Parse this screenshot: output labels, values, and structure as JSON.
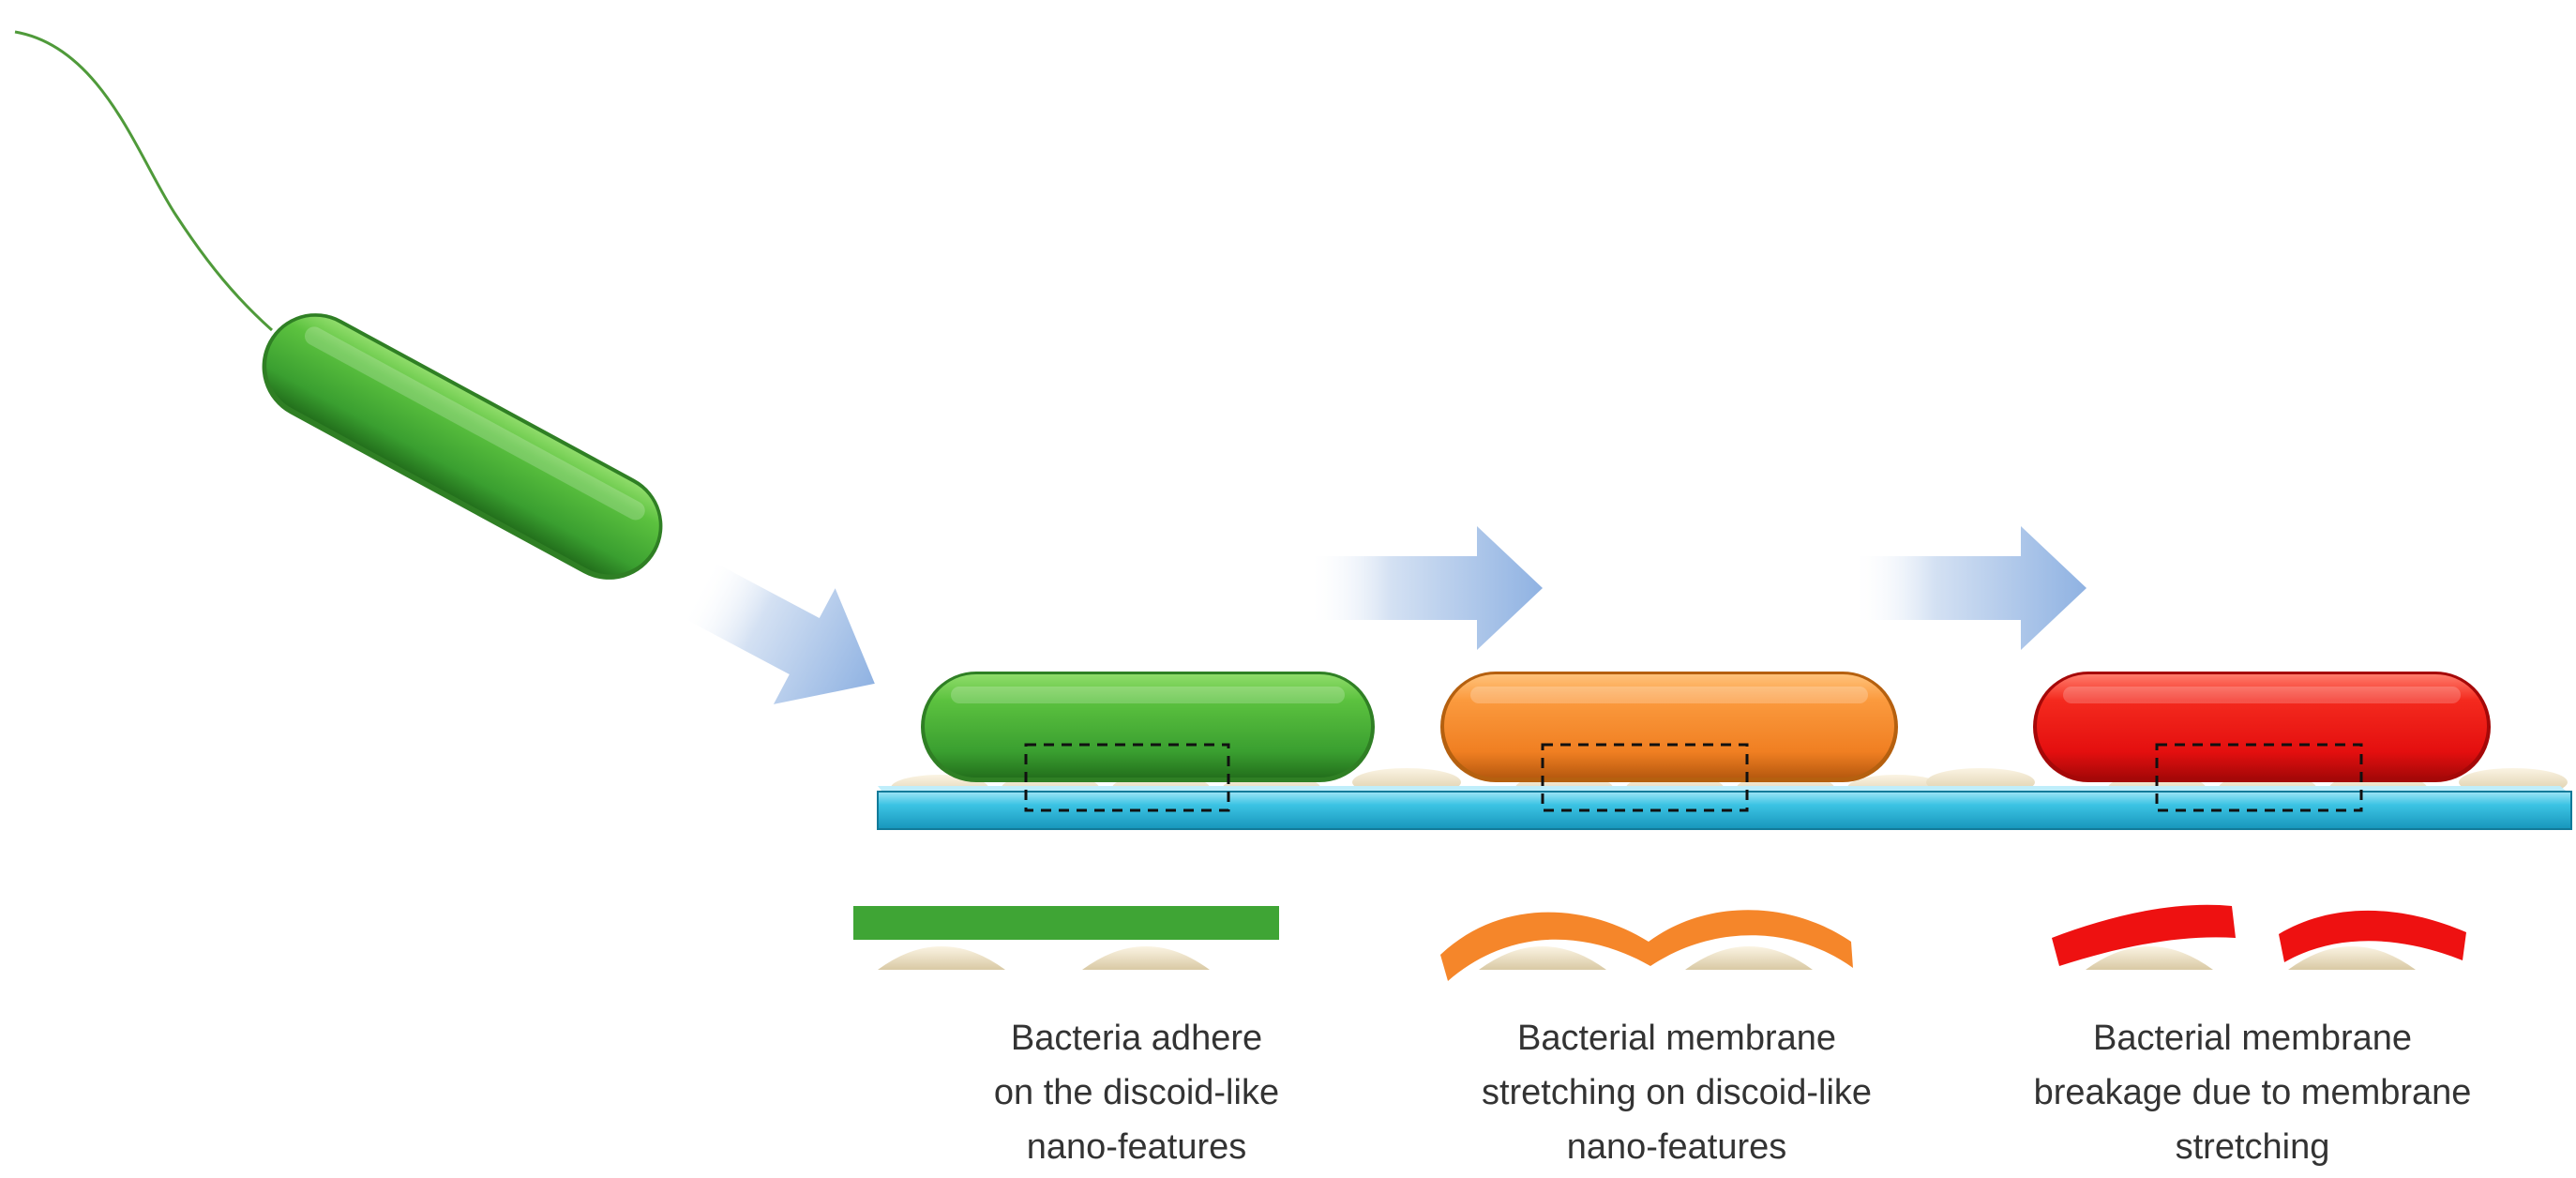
{
  "colors": {
    "healthy_bacterium": "#3fa535",
    "stretched_bacterium": "#f5862a",
    "ruptured_bacterium": "#ee1111",
    "substrate": "#2bb6d8",
    "nano_feature": "#ece1c7",
    "arrow": "#a8c3e6",
    "caption_text": "#333333"
  },
  "stages": [
    {
      "id": "adhere",
      "color_key": "healthy_bacterium",
      "caption_lines": [
        "Bacteria adhere",
        "on the discoid-like",
        "nano-features"
      ]
    },
    {
      "id": "stretch",
      "color_key": "stretched_bacterium",
      "caption_lines": [
        "Bacterial membrane",
        "stretching on discoid-like",
        "nano-features"
      ]
    },
    {
      "id": "breakage",
      "color_key": "ruptured_bacterium",
      "caption_lines": [
        "Bacterial membrane",
        "breakage due to membrane",
        "stretching"
      ]
    }
  ]
}
